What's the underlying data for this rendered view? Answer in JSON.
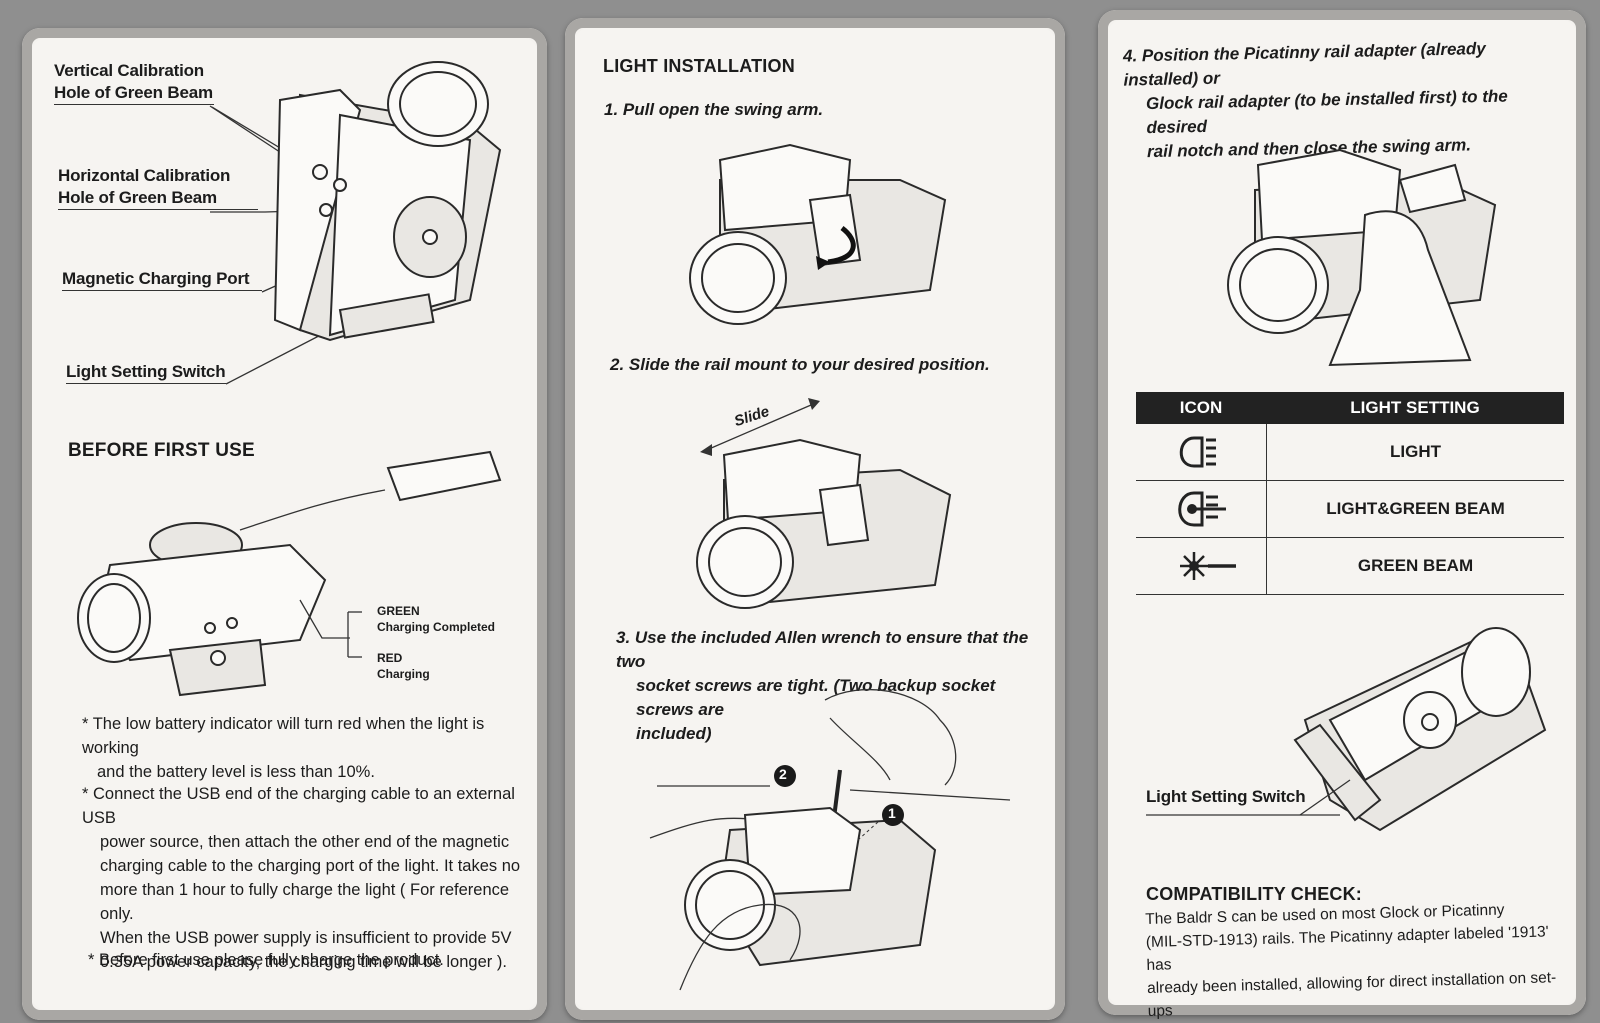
{
  "panel1": {
    "callouts": [
      {
        "line1": "Vertical Calibration",
        "line2": "Hole of Green Beam"
      },
      {
        "line1": "Horizontal Calibration",
        "line2": "Hole of Green Beam"
      },
      {
        "line1": "Magnetic Charging Port",
        "line2": ""
      },
      {
        "line1": "Light Setting Switch",
        "line2": ""
      }
    ],
    "before_heading": "BEFORE FIRST USE",
    "indicator": {
      "green_label": "GREEN",
      "green_text": "Charging Completed",
      "red_label": "RED",
      "red_text": "Charging"
    },
    "notes": [
      {
        "lines": [
          "* The low battery indicator will turn red when the light is working",
          "and the battery level is less than 10%."
        ]
      },
      {
        "lines": [
          "* Connect the USB end of the charging cable to an external USB",
          "power source, then attach the other end of the magnetic",
          "charging cable to the charging port of the light. It takes no",
          "more than 1 hour to fully charge the light ( For reference only.",
          "When the USB power supply is insufficient to provide 5V",
          "0.35A power capacity, the charging time will be longer )."
        ]
      },
      {
        "lines": [
          "* Before first use please fully charge the product."
        ]
      }
    ]
  },
  "panel2": {
    "heading": "LIGHT INSTALLATION",
    "step1": "1. Pull open the swing arm.",
    "step2": "2. Slide the rail mount to your desired position.",
    "slide_label": "Slide",
    "step3_lines": [
      "3. Use the included Allen wrench to ensure that the two",
      "socket screws are tight. (Two backup socket screws are",
      "included)"
    ],
    "marker1": "1",
    "marker2": "2"
  },
  "panel3": {
    "step4_lines": [
      "4. Position the Picatinny rail adapter (already installed) or",
      "Glock rail adapter (to be installed first) to the desired",
      "rail notch and then close the swing arm."
    ],
    "table": {
      "col_icon": "ICON",
      "col_setting": "LIGHT SETTING",
      "rows": [
        {
          "icon": "light-icon",
          "setting": "LIGHT"
        },
        {
          "icon": "light-green-beam-icon",
          "setting": "LIGHT&GREEN BEAM"
        },
        {
          "icon": "green-beam-icon",
          "setting": "GREEN BEAM"
        }
      ]
    },
    "switch_label": "Light Setting Switch",
    "compat_heading": "COMPATIBILITY CHECK:",
    "compat_lines": [
      "The Baldr S can be used on most Glock or Picatinny",
      "(MIL-STD-1913) rails. The Picatinny adapter labeled '1913' has",
      "already been installed, allowing for direct installation on set-ups"
    ]
  }
}
